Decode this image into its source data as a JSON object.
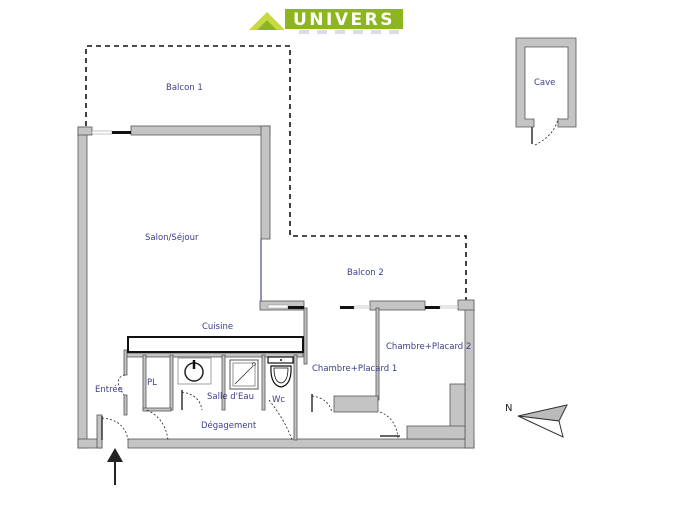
{
  "logo": {
    "text": "UNIVERS",
    "brand_color": "#8db51f",
    "roof_color": "#c8d840"
  },
  "rooms": {
    "balcon1": "Balcon 1",
    "salon": "Salon/Séjour",
    "balcon2": "Balcon 2",
    "cuisine": "Cuisine",
    "entree": "Entrée",
    "pl": "PL",
    "salle_eau": "Salle d'Eau",
    "wc": "Wc",
    "chambre1": "Chambre+Placard 1",
    "chambre2": "Chambre+Placard 2",
    "degagement": "Dégagement",
    "cave": "Cave"
  },
  "compass": {
    "label": "N"
  },
  "colors": {
    "wall_fill": "#c4c4c4",
    "wall_stroke": "#555555",
    "label": "#3b3e8a",
    "dashed": "#111111"
  }
}
